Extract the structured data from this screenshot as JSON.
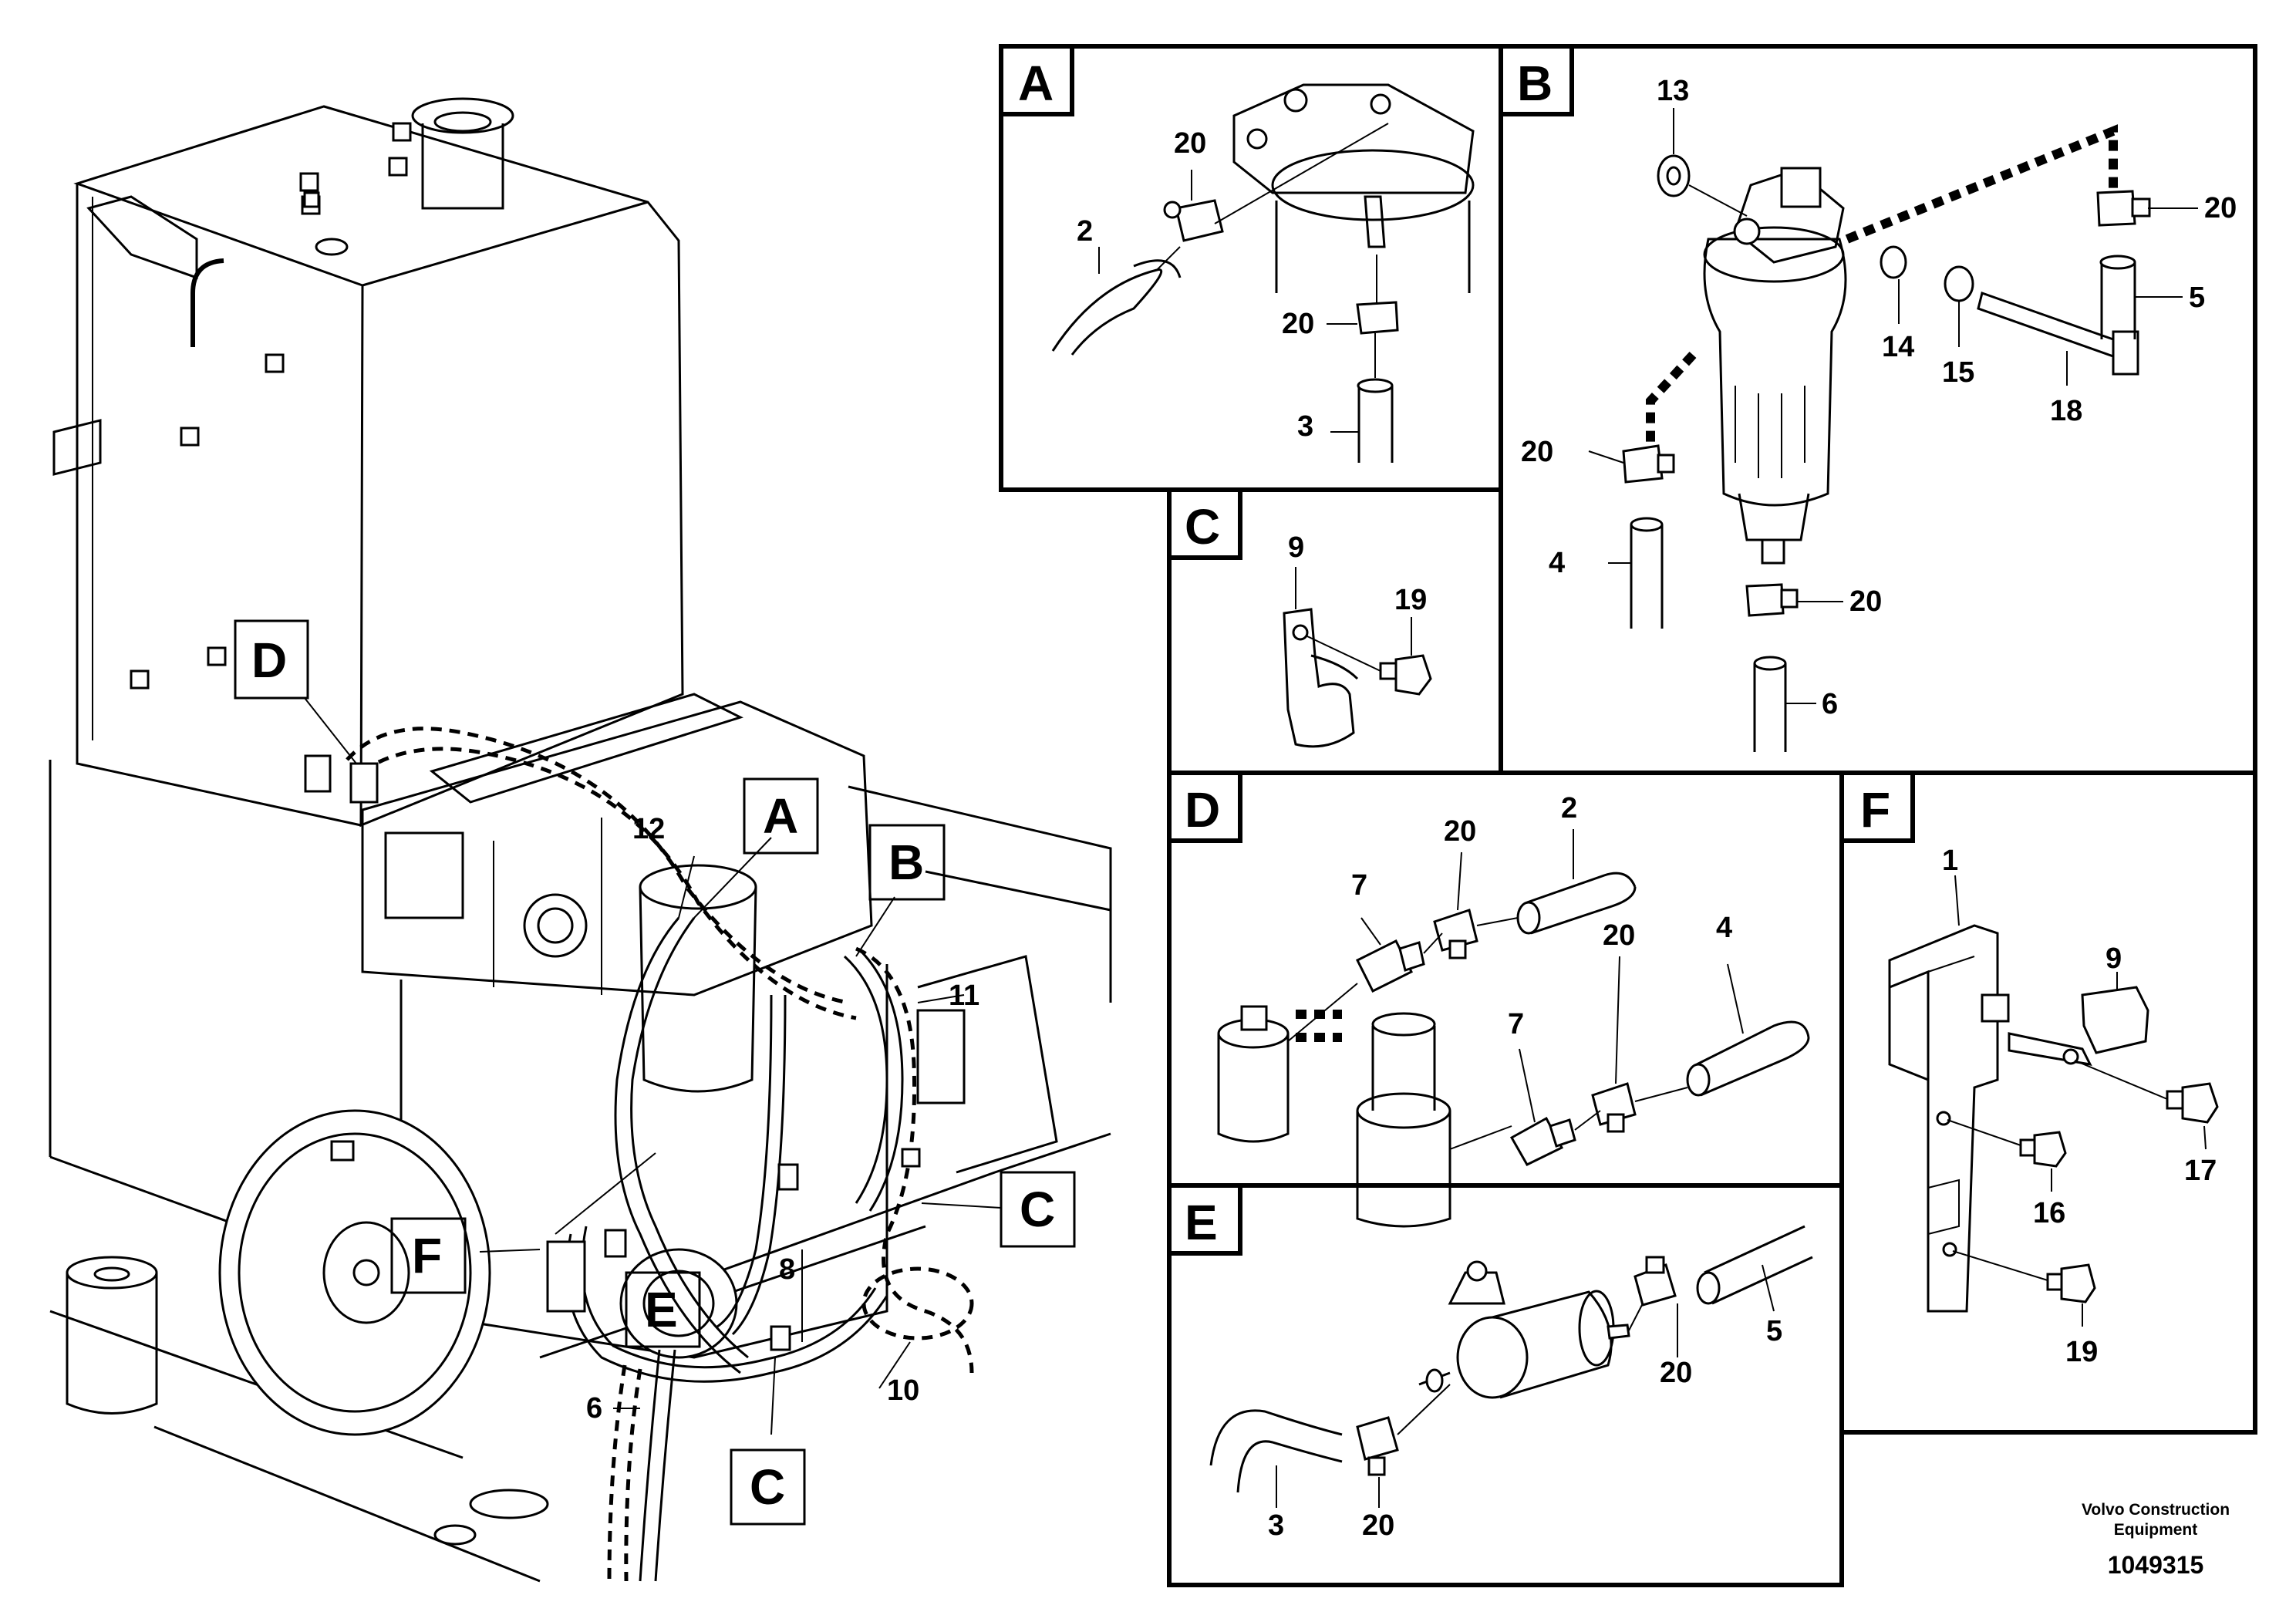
{
  "view_letters": {
    "A": "A",
    "B": "B",
    "C": "C",
    "D": "D",
    "E": "E",
    "F": "F"
  },
  "main_view": {
    "callouts": {
      "c6": "6",
      "c8": "8",
      "c10": "10",
      "c11": "11",
      "c12": "12"
    }
  },
  "detail_a": {
    "callouts": {
      "c2": "2",
      "c20a": "20",
      "c20b": "20",
      "c3": "3"
    }
  },
  "detail_b": {
    "callouts": {
      "c13": "13",
      "c20a": "20",
      "c5": "5",
      "c14": "14",
      "c15": "15",
      "c18": "18",
      "c20b": "20",
      "c4": "4",
      "c20c": "20",
      "c6": "6"
    }
  },
  "detail_c": {
    "callouts": {
      "c9": "9",
      "c19": "19"
    }
  },
  "detail_d": {
    "callouts": {
      "c2": "2",
      "c20a": "20",
      "c7a": "7",
      "c4": "4",
      "c20b": "20",
      "c7b": "7"
    }
  },
  "detail_e": {
    "callouts": {
      "c20a": "20",
      "c5": "5",
      "c3": "3",
      "c20b": "20"
    }
  },
  "detail_f": {
    "callouts": {
      "c1": "1",
      "c9": "9",
      "c17": "17",
      "c16": "16",
      "c19": "19"
    }
  },
  "footer": {
    "company_line1": "Volvo Construction",
    "company_line2": "Equipment",
    "drawing_number": "1049315"
  }
}
